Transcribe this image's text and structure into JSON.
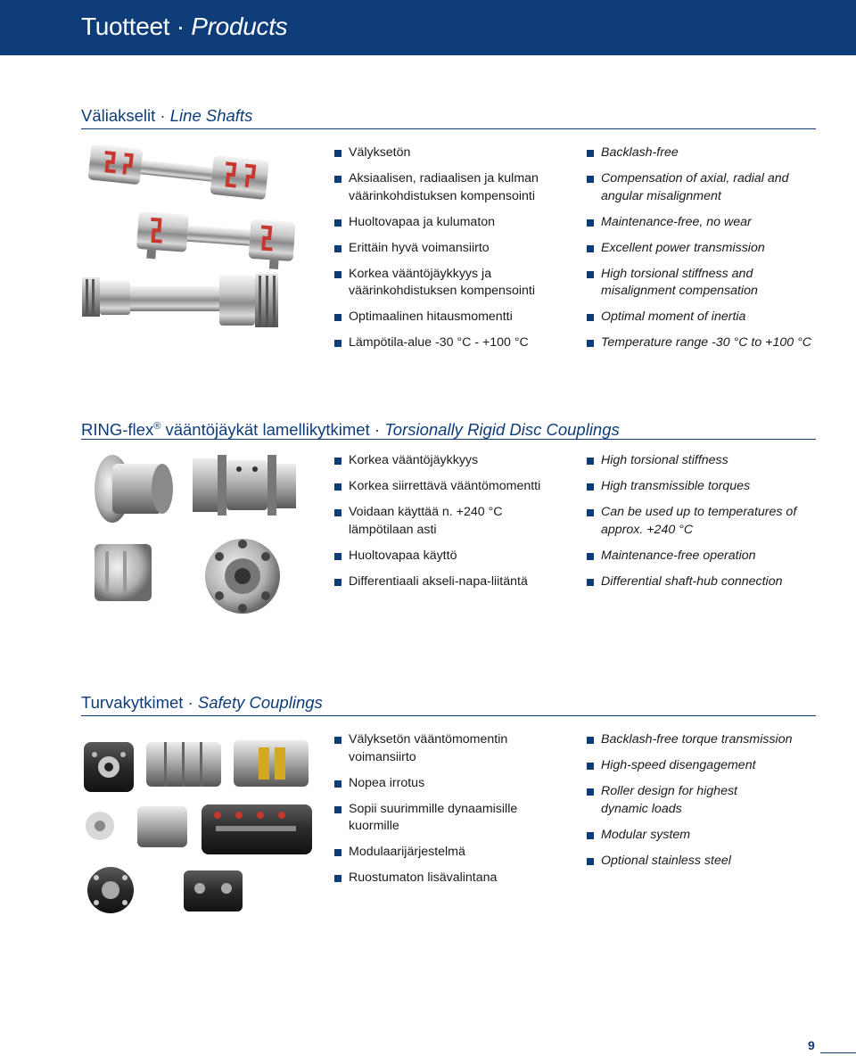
{
  "header": {
    "title_fi": "Tuotteet",
    "separator": " · ",
    "title_en": "Products"
  },
  "sections": [
    {
      "title_fi": "Väliakselit",
      "title_en": "Line Shafts",
      "bullets_fi": [
        "Välyksetön",
        "Aksiaalisen, radiaalisen ja kulman väärinkohdistuksen kompensointi",
        "Huoltovapaa ja kulumaton",
        "Erittäin hyvä voimansiirto",
        "Korkea vääntöjäykkyys ja väärinkohdistuksen kompensointi",
        "Optimaalinen hitausmomentti",
        "Lämpötila-alue -30 °C - +100 °C"
      ],
      "bullets_en": [
        "Backlash-free",
        "Compensation of axial, radial and angular misalignment",
        "Maintenance-free, no wear",
        "Excellent power transmission",
        "High torsional stiffness and misalignment compensation",
        "Optimal moment of inertia",
        "Temperature range -30 °C to +100 °C"
      ]
    },
    {
      "title_fi": "RING-flex",
      "title_reg": "®",
      "title_fi2": "vääntöjäykät lamellikytkimet",
      "title_en": "Torsionally Rigid Disc Couplings",
      "bullets_fi": [
        "Korkea vääntöjäykkyys",
        "Korkea siirrettävä vääntömomentti",
        "Voidaan käyttää n. +240 °C lämpötilaan asti",
        "Huoltovapaa käyttö",
        "Differentiaali akseli-napa-liitäntä"
      ],
      "bullets_en": [
        "High torsional stiffness",
        "High transmissible torques",
        "Can be used up to temperatures of approx. +240 °C",
        "Maintenance-free operation",
        "Differential shaft-hub connection"
      ]
    },
    {
      "title_fi": "Turvakytkimet",
      "title_en": "Safety Couplings",
      "bullets_fi": [
        "Välyksetön vääntömomentin voimansiirto",
        "Nopea irrotus",
        "Sopii suurimmille dynaamisille kuormille",
        "Modulaarijärjestelmä",
        "Ruostumaton lisävalintana"
      ],
      "bullets_en": [
        "Backlash-free torque transmission",
        "High-speed disengagement",
        "Roller design for highest dynamic loads",
        "Modular system",
        "Optional stainless steel"
      ]
    }
  ],
  "page_number": "9",
  "colors": {
    "brand_blue": "#0d3c78",
    "spider_red": "#c8372d"
  },
  "icons": {
    "bullet": "square-bullet-icon"
  }
}
